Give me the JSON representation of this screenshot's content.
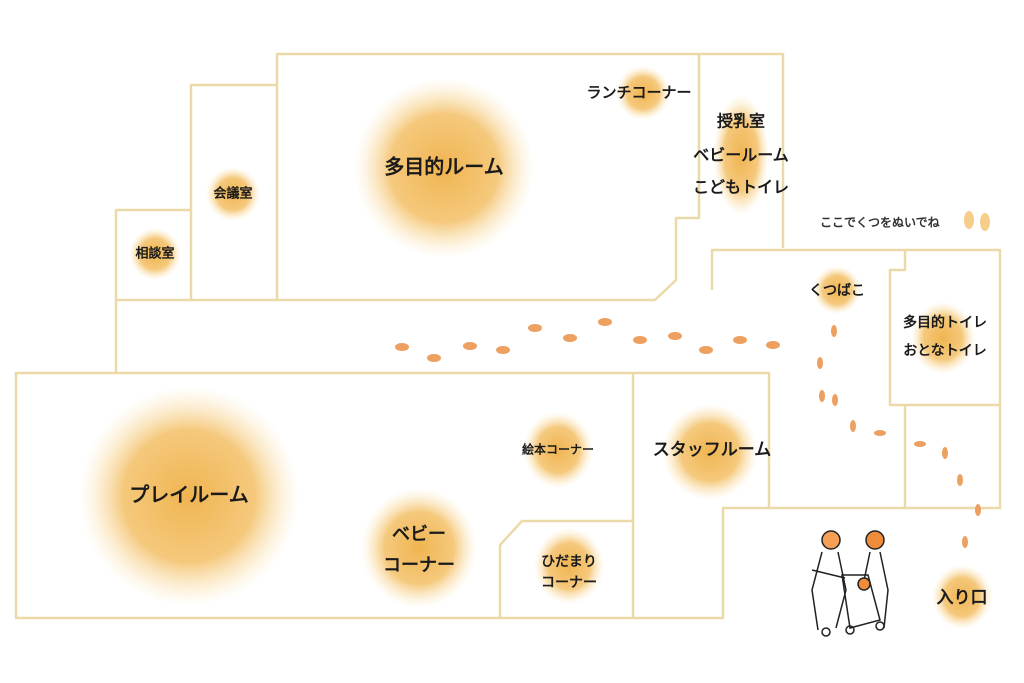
{
  "rooms": {
    "multipurpose_room": "多目的ルーム",
    "lunch_corner": "ランチコーナー",
    "nursing_room": "授乳室",
    "baby_room": "ベビールーム",
    "kids_toilet": "こどもトイレ",
    "meeting_room": "会議室",
    "consultation_room": "相談室",
    "shoe_rack": "くつばこ",
    "multipurpose_toilet": "多目的トイレ",
    "adult_toilet": "おとなトイレ",
    "play_room": "プレイルーム",
    "picture_book_corner": "絵本コーナー",
    "staff_room": "スタッフルーム",
    "baby_corner_line1": "ベビー",
    "baby_corner_line2": "コーナー",
    "sunny_corner_line1": "ひだまり",
    "sunny_corner_line2": "コーナー",
    "entrance": "入り口"
  },
  "notes": {
    "remove_shoes": "ここでくつをぬいでね"
  },
  "colors": {
    "glow": "#f0b450",
    "wall": "#ecd9a8",
    "footprint": "#eea060"
  }
}
